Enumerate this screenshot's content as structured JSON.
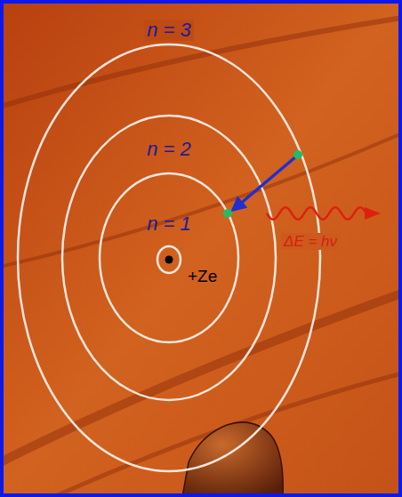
{
  "diagram": {
    "labels": [
      "n = 3",
      "n = 2",
      "n = 1",
      "+Ze",
      "ΔE = hν"
    ]
  }
}
